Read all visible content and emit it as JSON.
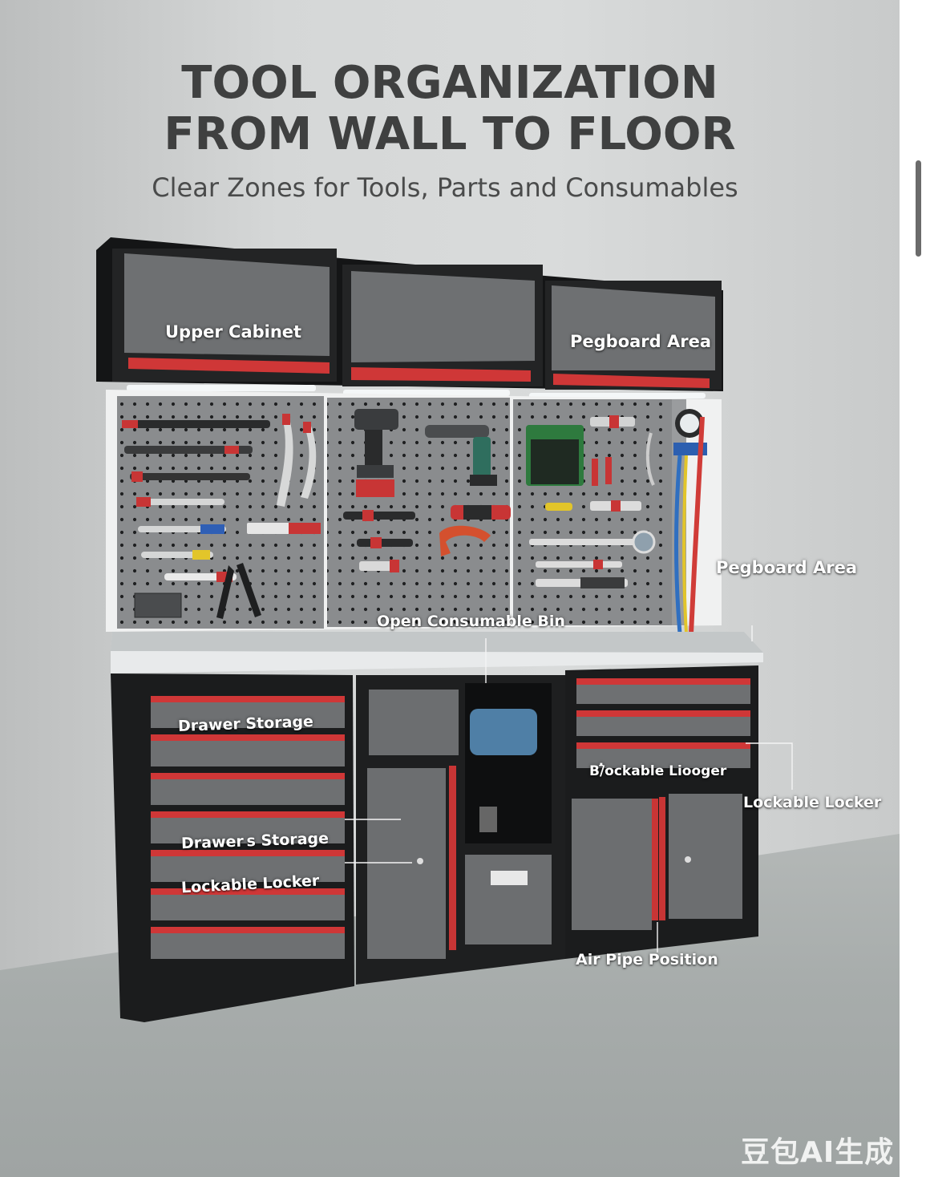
{
  "title": {
    "line1": "TOOL ORGANIZATION",
    "line2": "FROM WALL TO FLOOR"
  },
  "subtitle": "Clear Zones for Tools, Parts and Consumables",
  "labels": {
    "upper_cabinet": "Upper Cabinet",
    "pegboard_area_top": "Pegboard Area",
    "pegboard_area_side": "Pegboard Area",
    "open_consumable_bin": "Open Consumable Bin",
    "drawer_storage_1": "Drawer Storage",
    "drawer_storage_2": "Drawer s Storage",
    "lockable_locker_left": "Lockable Locker",
    "lockable_locker_garbled": "B/̄̇ockable Liooger",
    "lockable_locker_right": "Lockable Locker",
    "air_pipe_position": "Air Pipe Position"
  },
  "watermark": "豆包AI生成",
  "colors": {
    "accent_red": "#d23a3a",
    "cabinet_dark": "#1e1f20",
    "panel_grey": "#6c6e70",
    "steel": "#c9cccd"
  }
}
